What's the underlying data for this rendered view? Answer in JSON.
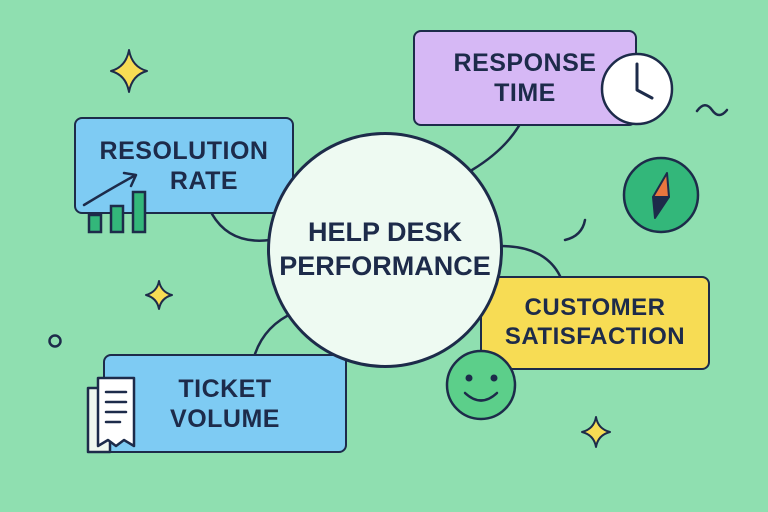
{
  "center": {
    "line1": "HELP DESK",
    "line2": "PERFORMANCE"
  },
  "nodes": {
    "response_time": {
      "line1": "RESPONSE",
      "line2": "TIME"
    },
    "resolution_rate": {
      "line1": "RESOLUTION",
      "line2": "RATE"
    },
    "customer_satisfaction": {
      "line1": "CUSTOMER",
      "line2": "SATISFACTION"
    },
    "ticket_volume": {
      "line1": "TICKET",
      "line2": "VOLUME"
    }
  },
  "colors": {
    "background": "#8fdfb0",
    "outline": "#1d2b4a",
    "response_time": "#d6b8f5",
    "resolution_rate": "#7ecbf3",
    "customer_satisfaction": "#f7dc54",
    "ticket_volume": "#7ecbf3",
    "bars": "#33b77a",
    "smiley": "#5ccf8a",
    "compass": "#33b77a",
    "sparkle": "#f7dc54"
  },
  "icons": [
    "clock-icon",
    "bar-chart-icon",
    "compass-icon",
    "smiley-icon",
    "receipt-icon",
    "sparkle-icon"
  ]
}
